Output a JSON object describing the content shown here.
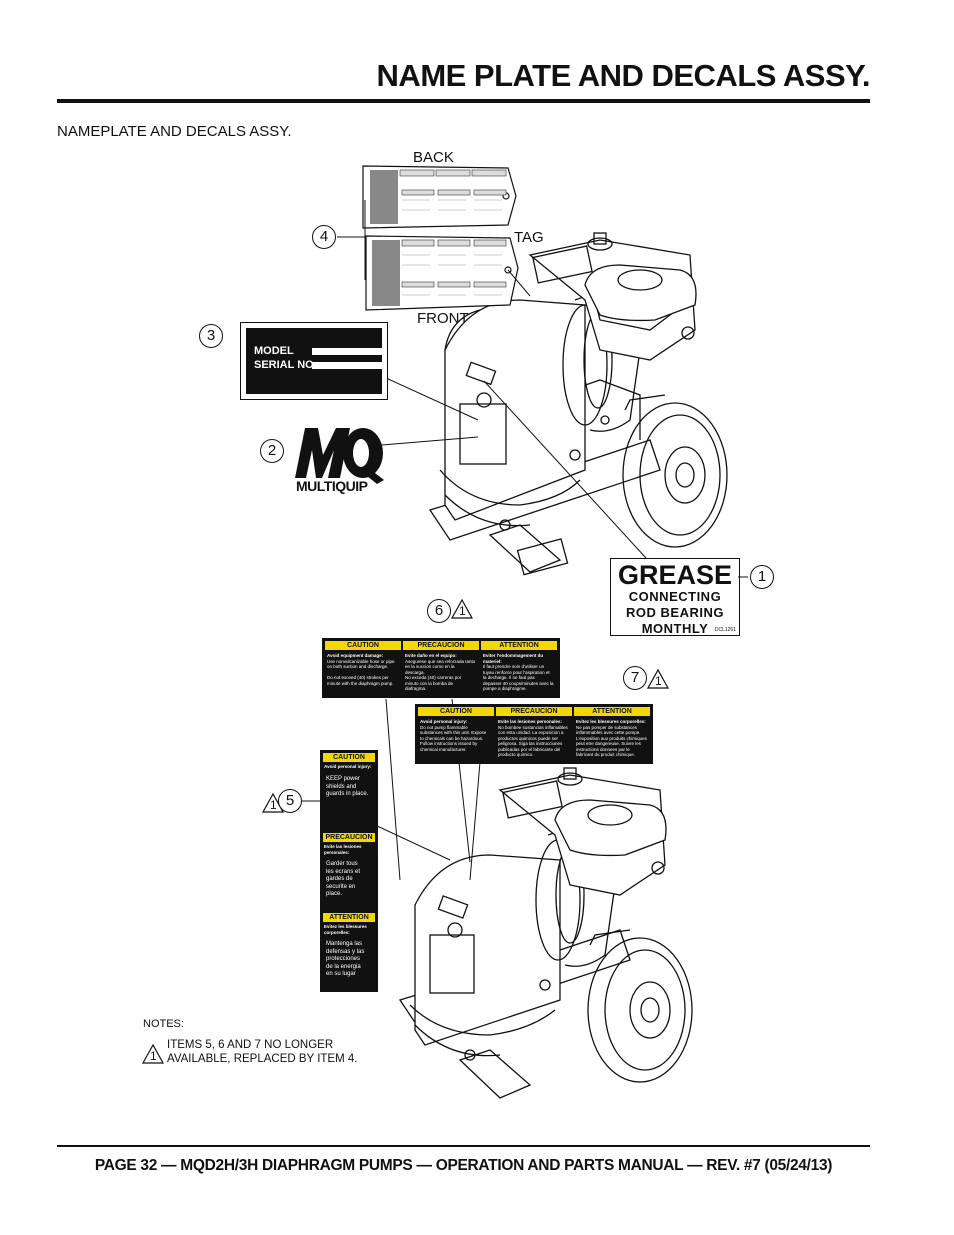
{
  "header": {
    "title": "NAME PLATE AND DECALS ASSY."
  },
  "section": {
    "heading": "NAMEPLATE AND DECALS ASSY."
  },
  "labels": {
    "back": "BACK",
    "tag": "TAG",
    "front": "FRONT"
  },
  "callouts": {
    "c1": "1",
    "c2": "2",
    "c3": "3",
    "c4": "4",
    "c5": "5",
    "c6": "6",
    "c7": "7"
  },
  "note_marker": "1",
  "nameplate": {
    "model": "MODEL",
    "serial": "SERIAL NO."
  },
  "logo": {
    "letters": "MQ",
    "brand": "MULTIQUIP"
  },
  "grease_decal": {
    "title": "GREASE",
    "line1": "CONNECTING",
    "line2": "ROD BEARING",
    "line3": "MONTHLY",
    "part_no": "DCL1261"
  },
  "decal6": {
    "headers": [
      "CAUTION",
      "PRECAUCION",
      "ATTENTION"
    ],
    "col1": [
      "Avoid equipment damage:",
      "Use nonvulcanizable hose or pipe",
      "on both suction and discharge.",
      "",
      "Do not exceed (40) strokes per",
      "minute with the diaphragm pump."
    ],
    "col2": [
      "Evite daño en el equipo:",
      "Asegurese que sea reforzada tanto",
      "en la succion como en la",
      "descarga.",
      "",
      "No exceda (40) carreras por",
      "minuto con la bomba de",
      "diafragma."
    ],
    "col3": [
      "Eviter l'endommagement du",
      "materiel:",
      "Il faut prendre soin d'utiliser un",
      "tuyau renforce pour l'aspiration et",
      "la decharge. Il ne faut pas",
      "depasser 40 coups/minutes avec la",
      "pompe a diaphragme."
    ]
  },
  "decal7": {
    "headers": [
      "CAUTION",
      "PRECAUCION",
      "ATTENTION"
    ],
    "col1": [
      "Avoid personal injury:",
      "Do not pump flammable",
      "substances with this unit. Expose",
      "to chemicals can be hazardous.",
      "Follow instructions issued by",
      "chemical manufacturer."
    ],
    "col2": [
      "Evite las lesiones personales:",
      "No bombee sustancias inflamables",
      "con esta unidad. La exposicion a",
      "productos quimicos puede ser",
      "peligrosa. Siga las instrucciones",
      "publicadas por el fabricante del",
      "producto quimico."
    ],
    "col3": [
      "Evitez les blessures corporelles:",
      "Ne pas pomper de substances",
      "inflammables avec cette pompe.",
      "L'exposition aux produits chimiques",
      "peut etre dangereuse. Suivre les",
      "instructions donnees par le",
      "fabricant du produit chimique."
    ]
  },
  "decal5": {
    "h1": "CAUTION",
    "s1": "Avoid personal injury:",
    "b1": [
      "KEEP power",
      "shields and",
      "guards in place."
    ],
    "h2": "PRECAUCION",
    "s2": "Evite las lesiones personales:",
    "b2": [
      "Garder tous",
      "les ecrans et",
      "gardes de",
      "securite en",
      "place."
    ],
    "h3": "ATTENTION",
    "s3": "Evitez les blessures corporelles:",
    "b3": [
      "Mantenga las",
      "defensas y las",
      "protecciones",
      "de la energia",
      "en su lugar"
    ]
  },
  "notes": {
    "label": "NOTES:",
    "line1": "ITEMS 5, 6 AND 7 NO LONGER",
    "line2": "AVAILABLE, REPLACED BY ITEM 4."
  },
  "footer": {
    "text": "PAGE 32 — MQD2H/3H DIAPHRAGM PUMPS — OPERATION AND PARTS MANUAL — REV. #7 (05/24/13)"
  }
}
